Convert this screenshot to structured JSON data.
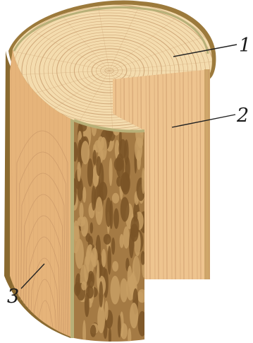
{
  "diagram": {
    "labels": [
      {
        "id": "cross-section-label",
        "text": "1"
      },
      {
        "id": "radial-section-label",
        "text": "2"
      },
      {
        "id": "tangential-section-label",
        "text": "3"
      }
    ]
  },
  "colors": {
    "background": "#ffffff",
    "heartwood_light": "#f4dcae",
    "sapwood": "#e8c58c",
    "face_radial": "#eec48f",
    "face_tangential": "#e6b47a",
    "bark_dark": "#7a5426",
    "bark_mid": "#a47a44",
    "bark_light": "#c89f64",
    "cambium_green": "#b8b078",
    "ring_line": "#caa071",
    "grain_line": "#c79466"
  }
}
